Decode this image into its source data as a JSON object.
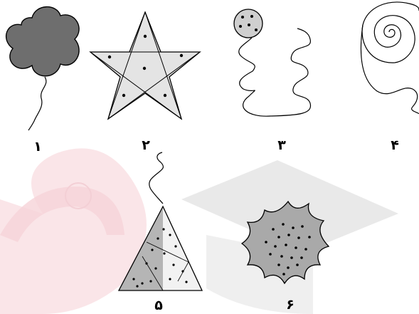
{
  "labels": [
    "۱",
    "۲",
    "۳",
    "۴",
    "۵",
    "۶"
  ],
  "colors": {
    "dark_fill": "#6e6e6e",
    "light_fill": "#e4e4e4",
    "medium_fill": "#a9a9a9",
    "outline": "#000000",
    "watermark_red": "#f8dce0",
    "watermark_grey": "#e6e6e6"
  }
}
